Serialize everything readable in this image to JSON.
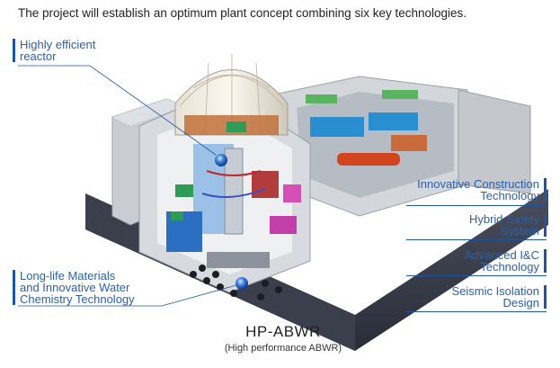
{
  "intro_text": "The project will establish an optimum plant concept combining six key technologies.",
  "callouts": {
    "reactor": [
      "Highly efficient",
      "reactor"
    ],
    "materials": [
      "Long-life Materials",
      "and Innovative Water",
      "Chemistry Technology"
    ],
    "construction": [
      "Innovative Construction",
      "Technology"
    ],
    "safety": [
      "Hybrid Satety",
      "System"
    ],
    "ic": [
      "Advanced I&C",
      "Technology"
    ],
    "seismic": [
      "Seismic Isolation",
      "Design"
    ]
  },
  "caption": {
    "title": "HP-ABWR",
    "subtitle": "(High performance ABWR)"
  },
  "colors": {
    "label_blue": "#2c5fa6",
    "accent_rule": "#1f55a0",
    "marker_blue": "#3a7fe0"
  }
}
